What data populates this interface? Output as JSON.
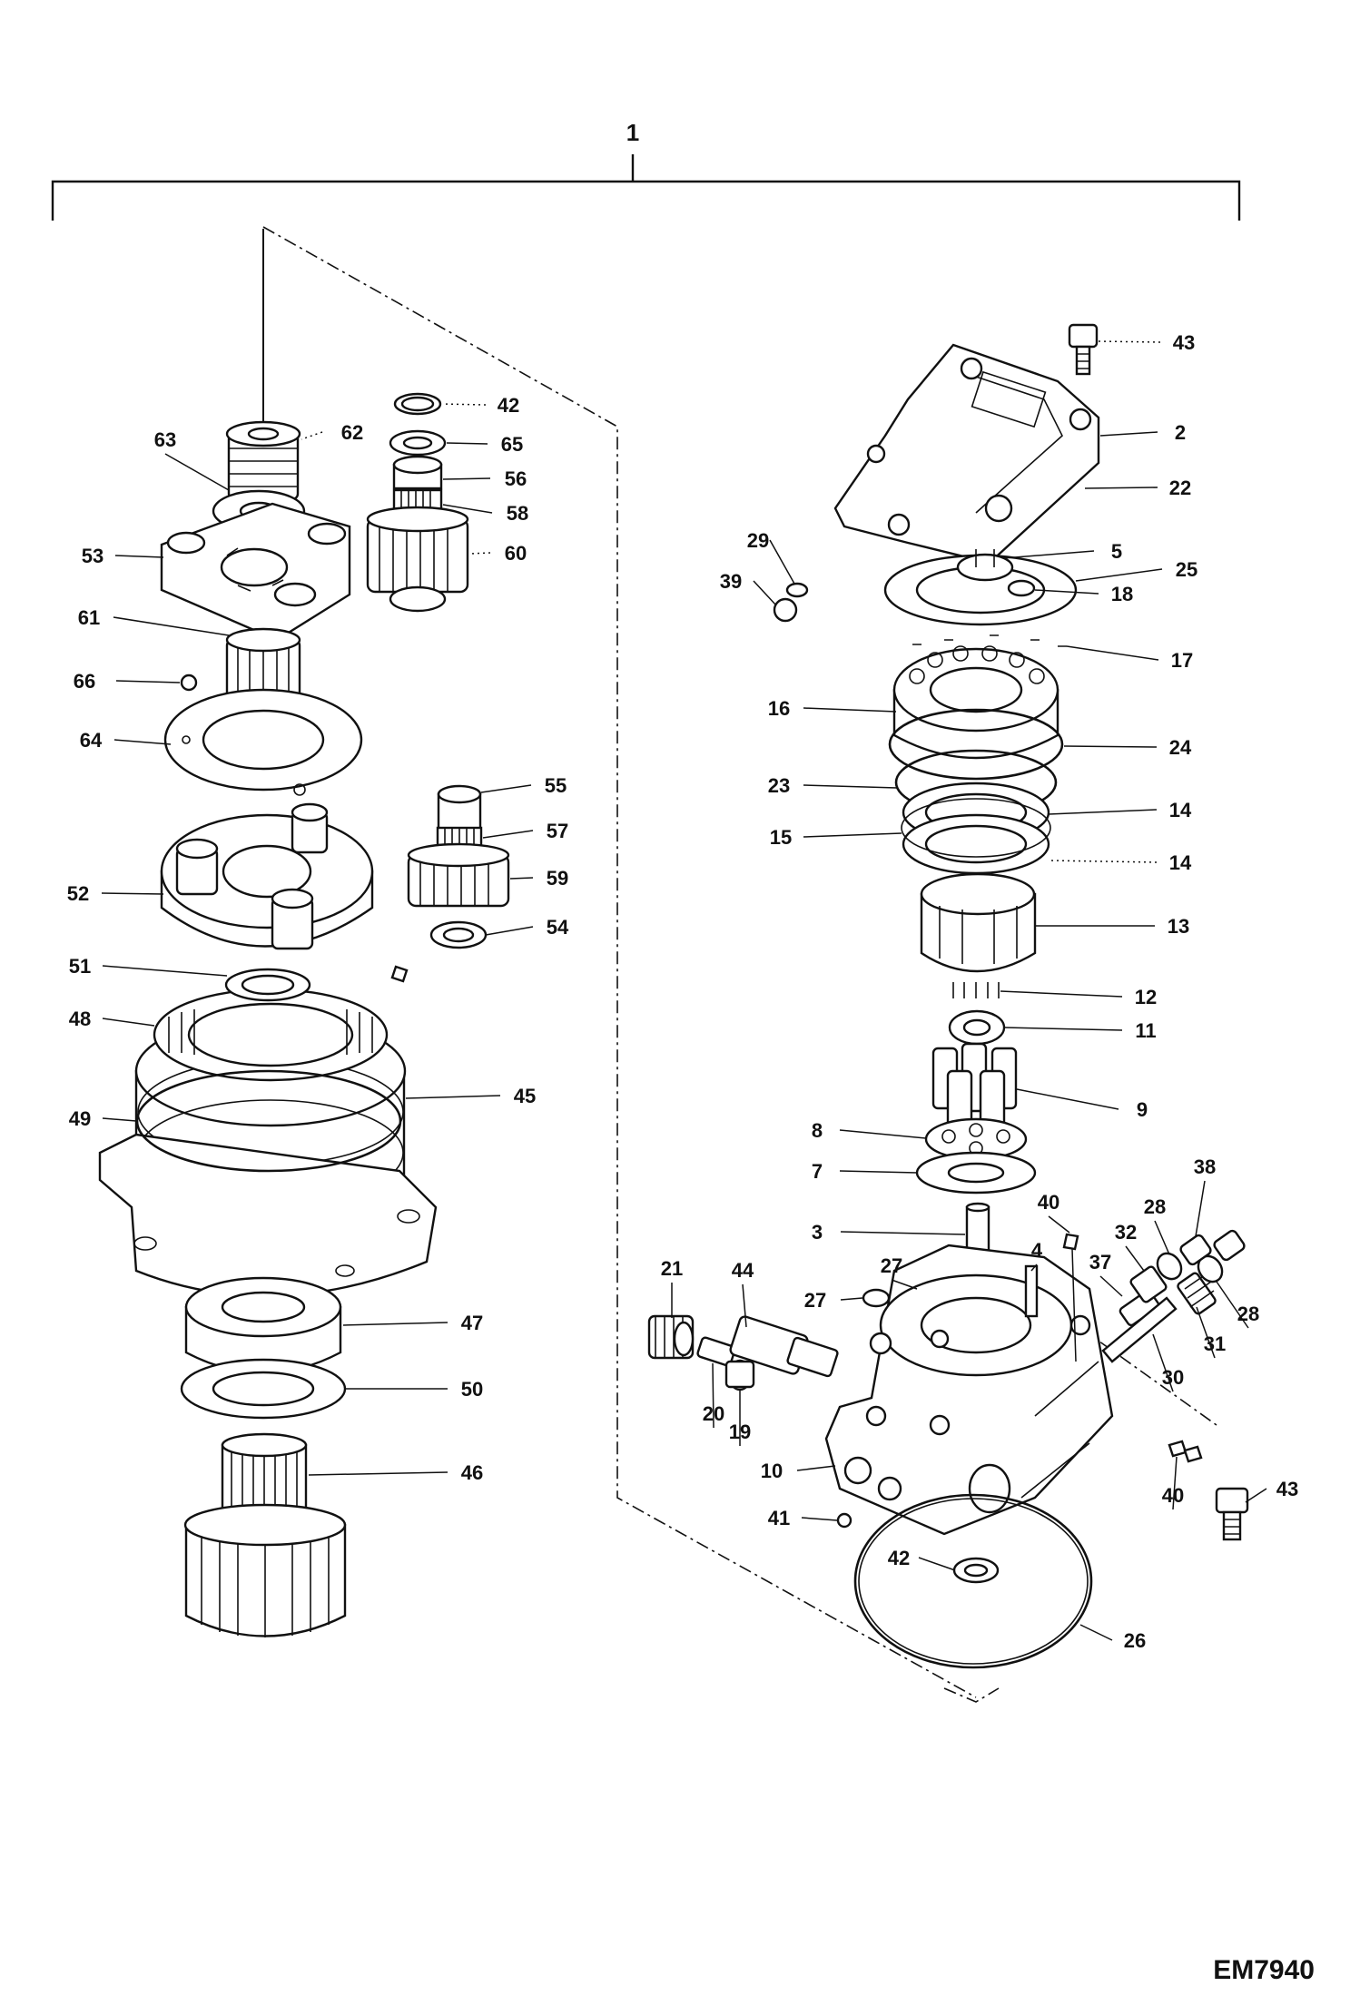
{
  "assembly_label": "1",
  "figure_code": "EM7940",
  "callouts": {
    "left": [
      "63",
      "62",
      "42",
      "65",
      "56",
      "58",
      "53",
      "60",
      "61",
      "66",
      "64",
      "55",
      "57",
      "59",
      "52",
      "54",
      "51",
      "48",
      "45",
      "49",
      "47",
      "50",
      "46"
    ],
    "right": [
      "43",
      "2",
      "22",
      "29",
      "5",
      "25",
      "39",
      "18",
      "17",
      "16",
      "24",
      "23",
      "14",
      "15",
      "14",
      "13",
      "12",
      "11",
      "9",
      "8",
      "7",
      "38",
      "40",
      "28",
      "3",
      "32",
      "37",
      "27",
      "4",
      "21",
      "44",
      "28",
      "27",
      "31",
      "30",
      "20",
      "19",
      "10",
      "40",
      "43",
      "41",
      "42",
      "26"
    ]
  }
}
